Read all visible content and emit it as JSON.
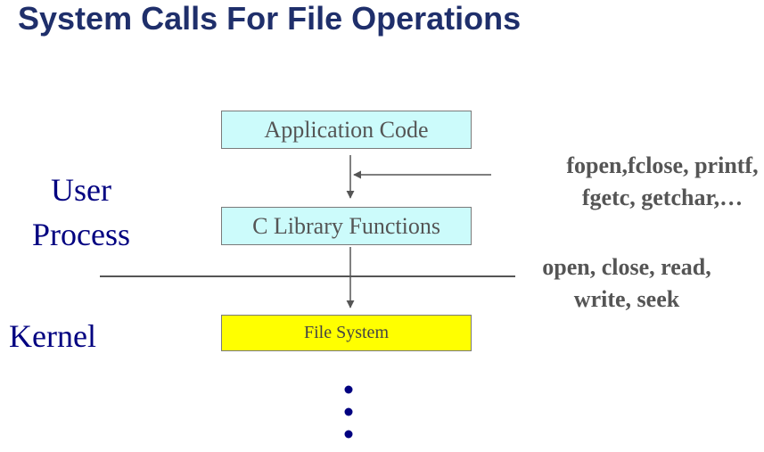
{
  "title": "System Calls For File Operations",
  "boxes": {
    "application": "Application Code",
    "c_library": "C Library Functions",
    "file_system": "File System"
  },
  "layers": {
    "user": [
      "User",
      "Process"
    ],
    "kernel": "Kernel"
  },
  "annotations": {
    "library_calls": [
      "fopen,fclose, printf,",
      "fgetc, getchar,…"
    ],
    "system_calls": [
      "open, close, read,",
      "write, seek"
    ]
  },
  "colors": {
    "title": "#1f2f6b",
    "library_box": "#ccfbfb",
    "kernel_box": "#ffff00",
    "layer_label": "#000080"
  }
}
